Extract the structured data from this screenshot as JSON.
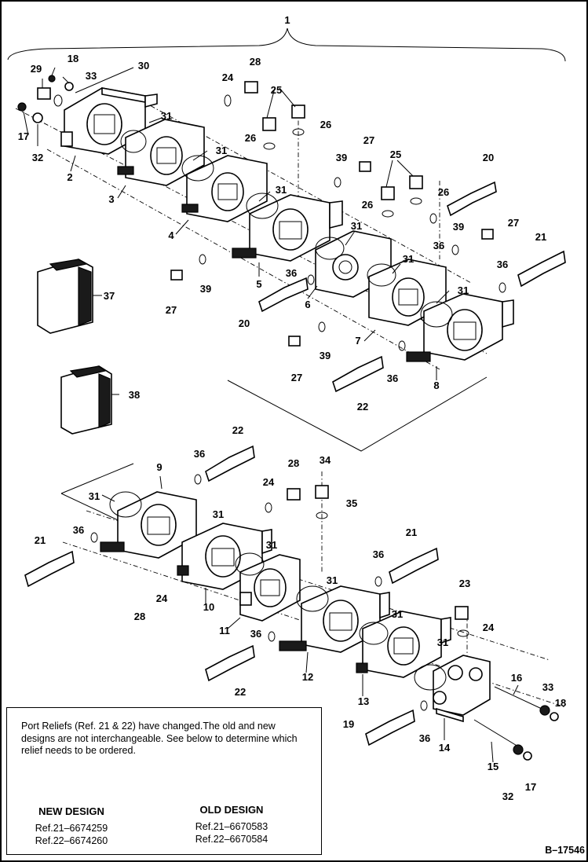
{
  "assembly_callout": "1",
  "figure_id": "B–17546",
  "note": {
    "text": "Port Reliefs (Ref. 21 & 22) have changed.The old and new designs are not interchangeable. See below to determine which relief needs to be ordered.",
    "new_design": {
      "label": "NEW DESIGN",
      "ref1": "Ref.21–6674259",
      "ref2": "Ref.22–6674260"
    },
    "old_design": {
      "label": "OLD DESIGN",
      "ref1": "Ref.21–6670583",
      "ref2": "Ref.22–6670584"
    }
  },
  "callouts": {
    "c18a": "18",
    "c29": "29",
    "c33a": "33",
    "c30": "30",
    "c28a": "28",
    "c24a": "24",
    "c25a": "25",
    "c17a": "17",
    "c32a": "32",
    "c2": "2",
    "c31a": "31",
    "c31b": "31",
    "c3": "3",
    "c26a": "26",
    "c26b": "26",
    "c27a": "27",
    "c39a": "39",
    "c25b": "25",
    "c20a": "20",
    "c26c": "26",
    "c26d": "26",
    "c4": "4",
    "c31c": "31",
    "c5": "5",
    "c27b": "27",
    "c39b": "39",
    "c27c": "27",
    "c39c": "39",
    "c31d": "31",
    "c36a": "36",
    "c6": "6",
    "c20b": "20",
    "c36b": "36",
    "c21a": "21",
    "c36c": "36",
    "c31e": "31",
    "c31f": "31",
    "c7": "7",
    "c39d": "39",
    "c27d": "27",
    "c36d": "36",
    "c8": "8",
    "c22a": "22",
    "c37": "37",
    "c38": "38",
    "c22b": "22",
    "c36e": "36",
    "c9": "9",
    "c28b": "28",
    "c34": "34",
    "c24b": "24",
    "c35": "35",
    "c31g": "31",
    "c36f": "36",
    "c21b": "21",
    "c31h": "31",
    "c31i": "31",
    "c24c": "24",
    "c28c": "28",
    "c10": "10",
    "c21c": "21",
    "c36g": "36",
    "c11": "11",
    "c36h": "36",
    "c31j": "31",
    "c23": "23",
    "c31k": "31",
    "c24d": "24",
    "c12": "12",
    "c31l": "31",
    "c22c": "22",
    "c13": "13",
    "c16": "16",
    "c33b": "33",
    "c18b": "18",
    "c19": "19",
    "c36i": "36",
    "c14": "14",
    "c15": "15",
    "c32b": "32",
    "c17b": "17"
  }
}
